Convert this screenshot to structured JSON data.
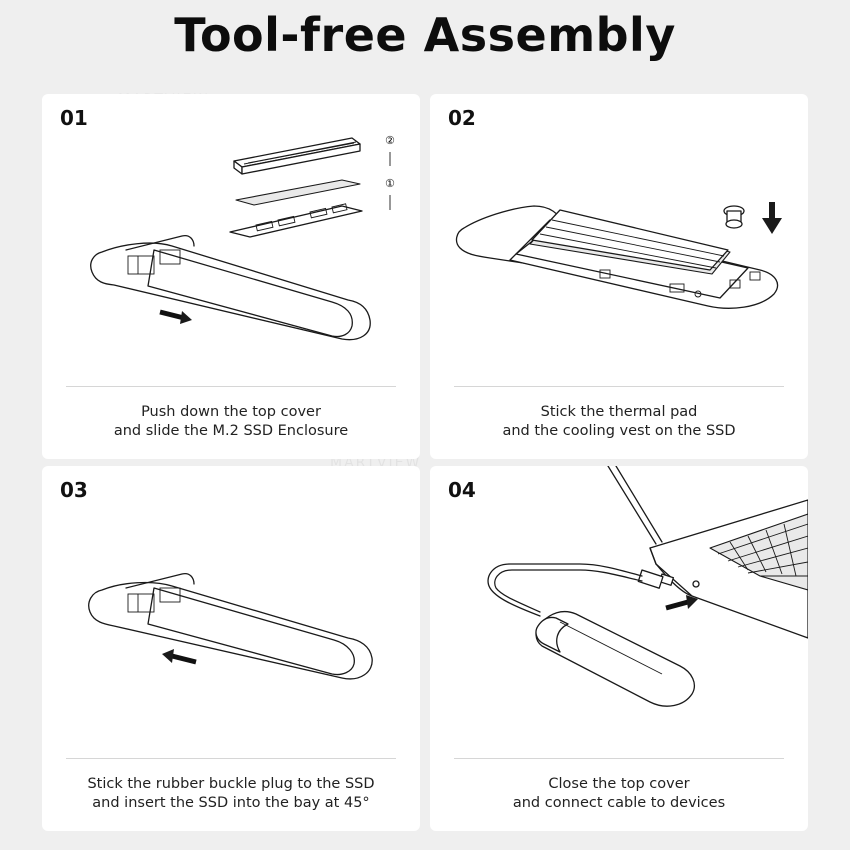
{
  "title": "Tool-free Assembly",
  "watermark": "MARTVIEW",
  "steps": [
    {
      "number": "01",
      "caption_line1": "Push down the top cover",
      "caption_line2": "and slide the M.2 SSD Enclosure",
      "markers": [
        "②",
        "①"
      ]
    },
    {
      "number": "02",
      "caption_line1": "Stick the thermal pad",
      "caption_line2": "and the cooling vest on the SSD"
    },
    {
      "number": "03",
      "caption_line1": "Stick the rubber buckle plug to the SSD",
      "caption_line2": "and insert the SSD into the bay at 45°"
    },
    {
      "number": "04",
      "caption_line1": "Close the top cover",
      "caption_line2": "and connect cable to devices"
    }
  ]
}
